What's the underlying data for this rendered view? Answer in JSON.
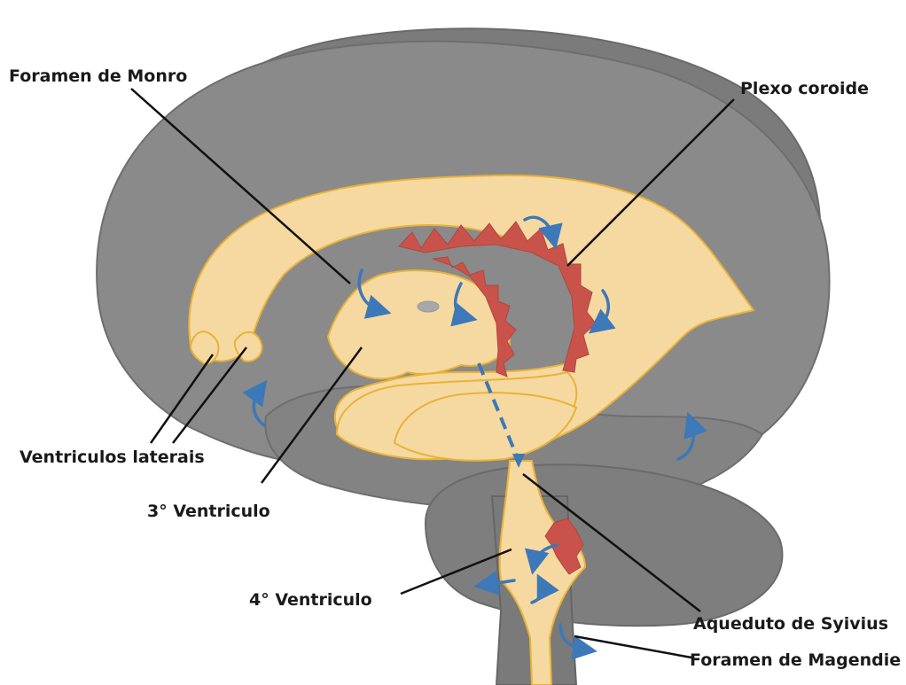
{
  "labels": {
    "foramen_monro": "Foramen de  Monro",
    "plexo_coroide": "Plexo coroide",
    "ventriculos_laterais": "Ventriculos laterais",
    "terceiro_ventriculo": "3° Ventriculo",
    "quarto_ventriculo": "4° Ventriculo",
    "aqueduto": "Aqueduto de Syivius",
    "foramen_magendie": "Foramen de Magendie"
  },
  "colors": {
    "brain_back": "#7b7b7b",
    "brain_front": "#8a8a8a",
    "brain_outline": "#6a6a6a",
    "ventricle_fill": "#f6d9a0",
    "ventricle_stroke": "#e8b23a",
    "plexus": "#c9534a",
    "flow_arrow": "#3d78b8",
    "leader_line": "#111111"
  }
}
